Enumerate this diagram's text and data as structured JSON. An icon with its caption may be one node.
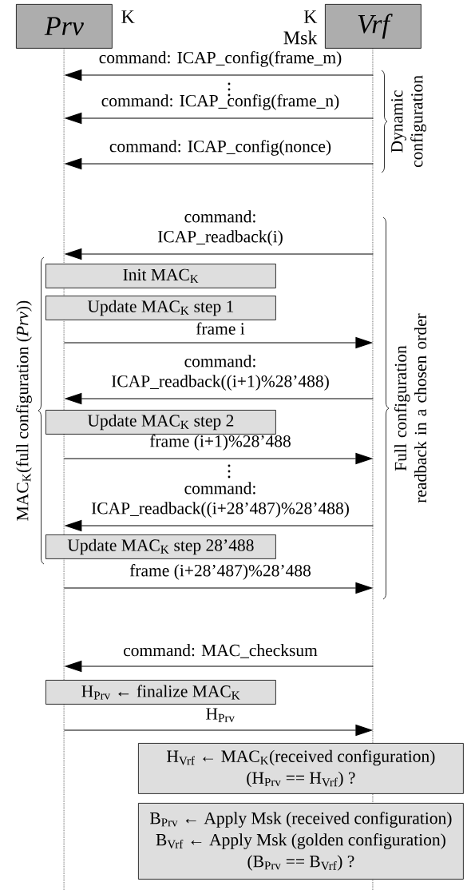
{
  "diagram": {
    "nodes": [
      {
        "text": [
          "Prv"
        ],
        "beside": [
          "K"
        ]
      },
      {
        "text": [
          "Vrf"
        ],
        "beside": [
          "K",
          "Msk"
        ]
      },
      {
        "text": [
          "Init MAC$_{K}$"
        ]
      },
      {
        "text": [
          "Update MAC$_{K}$ step 1"
        ]
      },
      {
        "text": [
          "Update MAC$_{K}$ step 2"
        ]
      },
      {
        "text": [
          "Update MAC$_{K}$ step 28’488"
        ]
      },
      {
        "text": [
          "H$_{Prv}$ ← finalize MAC$_{K}$"
        ]
      },
      {
        "text": [
          "H$_{Vrf}$ ← MAC$_{K}$(received configuration)",
          "(H$_{Prv}$ == H$_{Vrf}$) ?"
        ]
      },
      {
        "text": [
          "B$_{Prv}$ ← Apply Msk (received configuration)",
          "B$_{Vrf}$ ← Apply Msk (golden configuration)",
          "(B$_{Prv}$ == B$_{Vrf}$) ?"
        ]
      }
    ],
    "edges": [
      {
        "from": 1,
        "to": 0,
        "arrow": "to",
        "label": "command: ICAP_config(frame_m)"
      },
      {
        "from": 1,
        "to": 0,
        "arrow": "to",
        "label": "command: ICAP_config(frame_n)"
      },
      {
        "from": 1,
        "to": 0,
        "arrow": "to",
        "label": "command: ICAP_config(nonce)"
      },
      {
        "from": 1,
        "to": 0,
        "arrow": "to",
        "label": "command: ICAP_readback(i)"
      },
      {
        "from": 0,
        "to": 1,
        "arrow": "to",
        "label": "frame i"
      },
      {
        "from": 1,
        "to": 0,
        "arrow": "to",
        "label": "command: ICAP_readback((i+1)%28’488)"
      },
      {
        "from": 0,
        "to": 1,
        "arrow": "to",
        "label": "frame (i+1)%28’488"
      },
      {
        "from": 1,
        "to": 0,
        "arrow": "to",
        "label": "command: ICAP_readback((i+28’487)%28’488)"
      },
      {
        "from": 0,
        "to": 1,
        "arrow": "to",
        "label": "frame (i+28’487)%28’488"
      },
      {
        "from": 1,
        "to": 0,
        "arrow": "to",
        "label": "command: MAC_checksum"
      },
      {
        "from": 0,
        "to": 1,
        "arrow": "to",
        "label": "H$_{Prv}$"
      }
    ],
    "labels": [
      "Dynamic configuration",
      "Full configuration readback in a chosen order",
      "MAC$_{K}$(full configuration (*Prv*))"
    ]
  }
}
